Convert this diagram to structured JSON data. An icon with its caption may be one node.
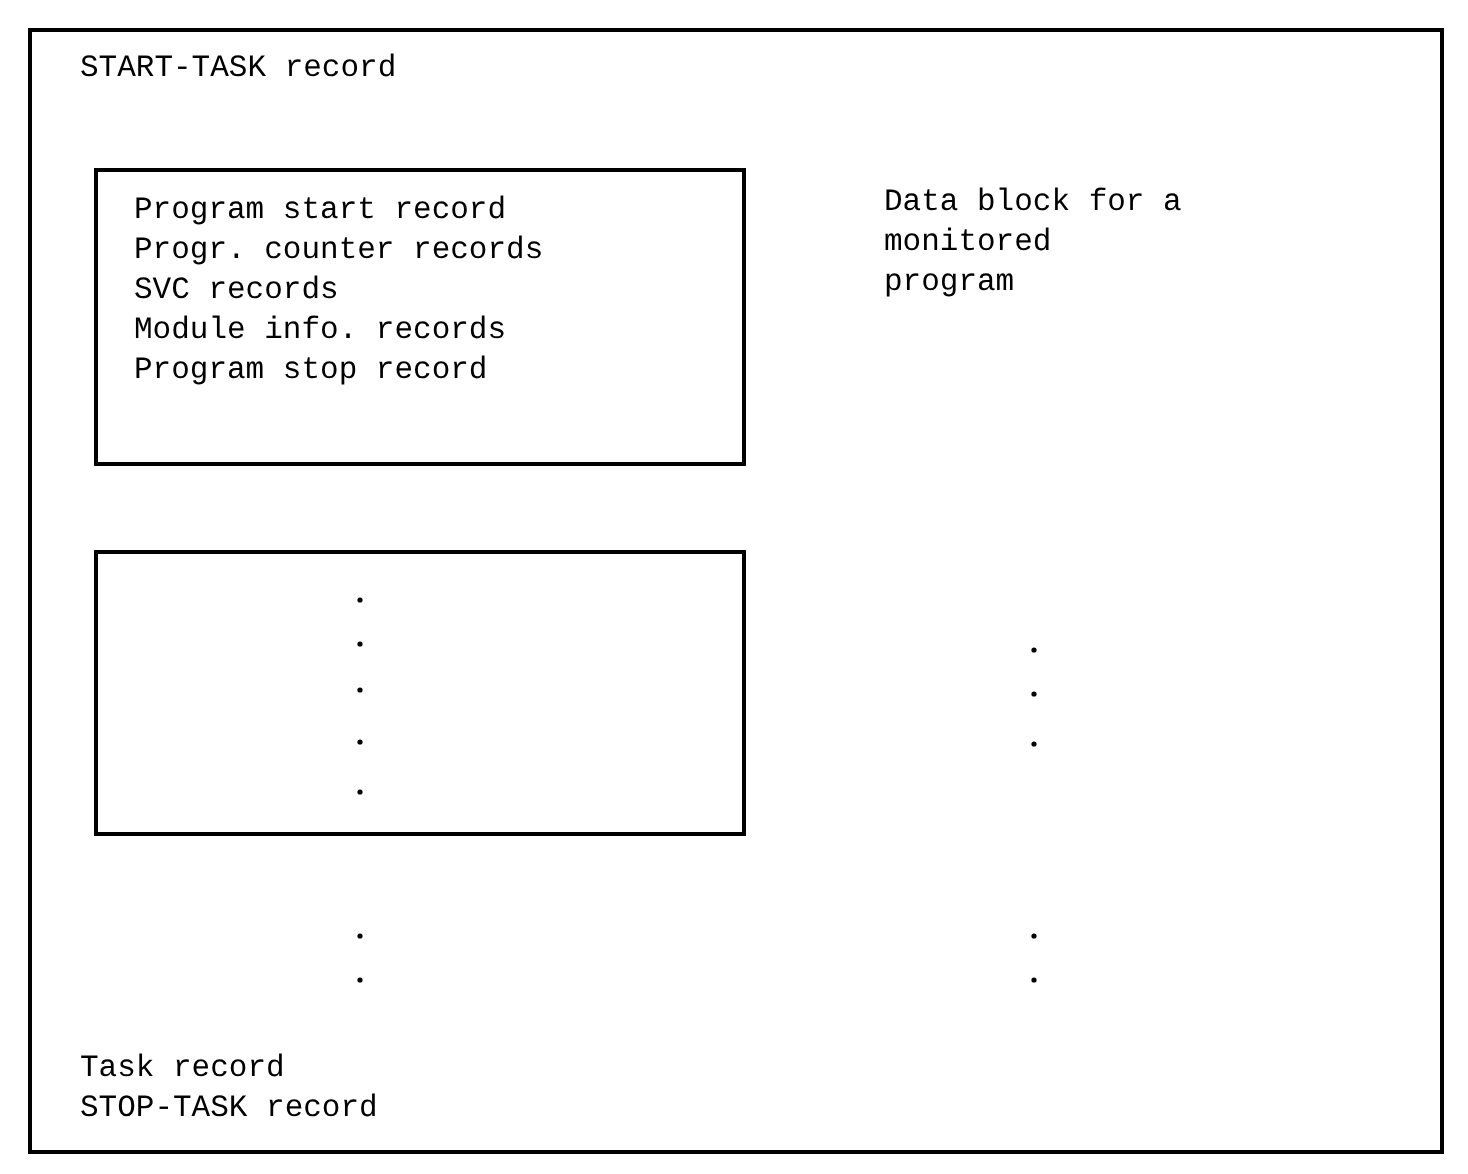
{
  "diagram": {
    "nodes": [
      {
        "text": [
          "START-TASK record",
          "Task record",
          "STOP-TASK record"
        ]
      },
      {
        "text": [
          "Program start record",
          "Progr. counter records",
          "SVC records",
          "Module info. records",
          "Program stop record"
        ],
        "in": 0
      },
      {
        "text": [],
        "shape": "box",
        "in": 0
      }
    ],
    "labels": [
      "Data block for a monitored program"
    ]
  }
}
